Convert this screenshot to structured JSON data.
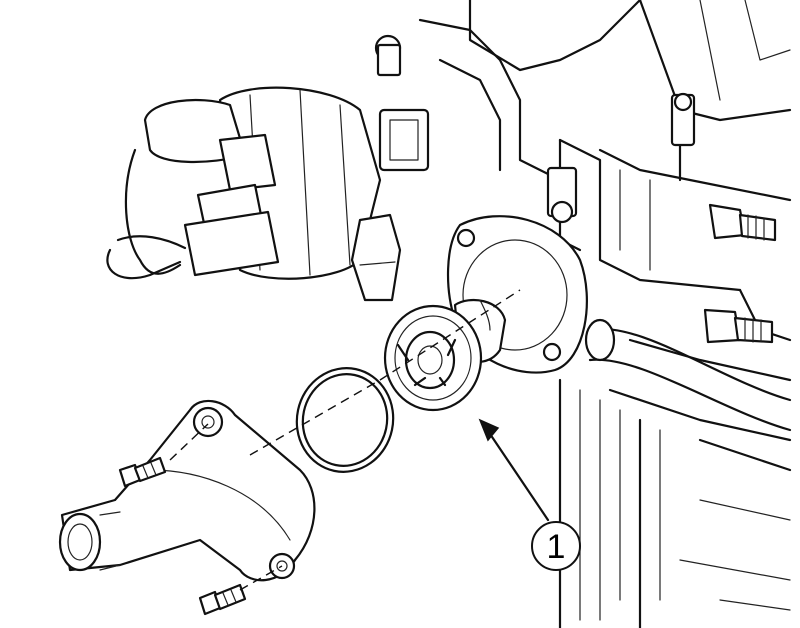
{
  "diagram": {
    "callouts": [
      {
        "id": 1,
        "label": "1"
      }
    ],
    "colors": {
      "line": "#111111",
      "background": "#ffffff"
    },
    "icons": [
      "distributor",
      "thermostat",
      "sealing-ring",
      "thermostat-housing",
      "bolt"
    ]
  }
}
